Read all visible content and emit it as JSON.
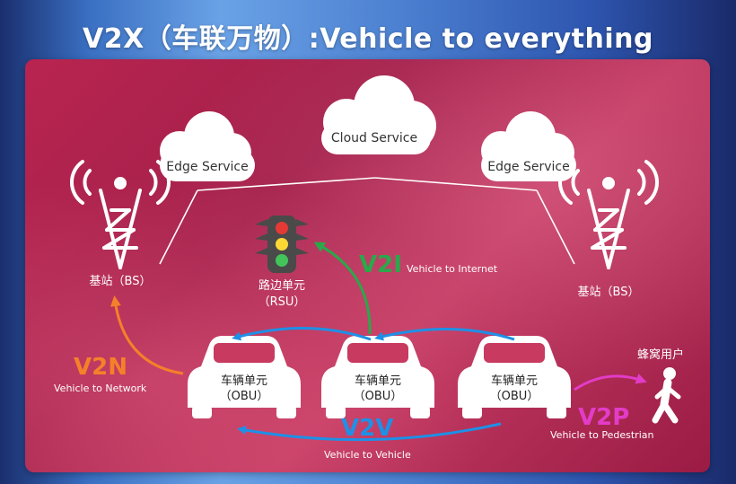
{
  "title": "V2X（车联万物）:Vehicle to everything",
  "clouds": {
    "center": "Cloud Service",
    "left": "Edge Service",
    "right": "Edge Service"
  },
  "base_stations": {
    "left_label": "基站（BS）",
    "right_label": "基站（BS）"
  },
  "rsu": {
    "line1": "路边单元",
    "line2": "（RSU）"
  },
  "cars": [
    {
      "line1": "车辆单元",
      "line2": "（OBU）"
    },
    {
      "line1": "车辆单元",
      "line2": "（OBU）"
    },
    {
      "line1": "车辆单元",
      "line2": "（OBU）"
    }
  ],
  "pedestrian": {
    "label": "蜂窝用户"
  },
  "links": {
    "v2i": {
      "code": "V2I",
      "desc": "Vehicle to Internet",
      "color": "#2aa84a"
    },
    "v2n": {
      "code": "V2N",
      "desc": "Vehicle to Network",
      "color": "#f5802a"
    },
    "v2v": {
      "code": "V2V",
      "desc": "Vehicle to Vehicle",
      "color": "#1e90e6"
    },
    "v2p": {
      "code": "V2P",
      "desc": "Vehicle to Pedestrian",
      "color": "#e23cc8"
    }
  }
}
